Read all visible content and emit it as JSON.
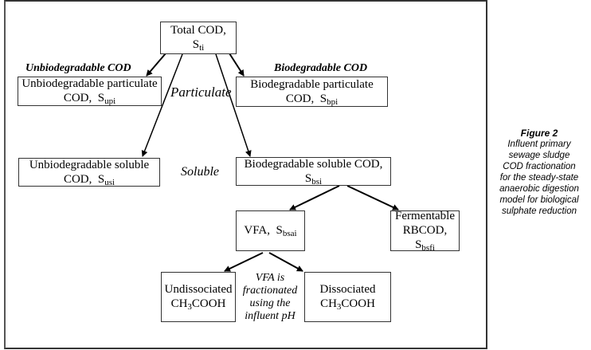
{
  "diagram": {
    "root": {
      "text": "Total COD,",
      "symbol": "S",
      "subscript": "ti"
    },
    "category_labels": {
      "unbiodegradable": "Unbiodegradable COD",
      "biodegradable": "Biodegradable COD",
      "particulate": "Particulate",
      "soluble": "Soluble"
    },
    "nodes": {
      "unbio_particulate": {
        "line1": "Unbiodegradable particulate",
        "line2": "COD, ",
        "symbol": "S",
        "subscript": "upi"
      },
      "bio_particulate": {
        "line1": "Biodegradable particulate",
        "line2": "COD, ",
        "symbol": "S",
        "subscript": "bpi"
      },
      "unbio_soluble": {
        "line1": "Unbiodegradable soluble",
        "line2": "COD, ",
        "symbol": "S",
        "subscript": "usi"
      },
      "bio_soluble": {
        "line1": "Biodegradable soluble COD,",
        "symbol": "S",
        "subscript": "bsi"
      },
      "vfa": {
        "text": "VFA, ",
        "symbol": "S",
        "subscript": "bsai"
      },
      "fermentable": {
        "line1": "Fermentable",
        "line2": "RBCOD,",
        "symbol": "S",
        "subscript": "bsfi"
      },
      "undissociated": {
        "line1": "Undissociated",
        "line2_pre": "CH",
        "line2_sub": "3",
        "line2_post": "COOH"
      },
      "dissociated": {
        "line1": "Dissociated",
        "line2_pre": "CH",
        "line2_sub": "3",
        "line2_post": "COOH"
      }
    },
    "vfa_note": [
      "VFA is",
      "fractionated",
      "using the",
      "influent pH"
    ],
    "edges": [
      [
        "root",
        "unbio_particulate"
      ],
      [
        "root",
        "bio_particulate"
      ],
      [
        "root",
        "unbio_soluble"
      ],
      [
        "root",
        "bio_soluble"
      ],
      [
        "bio_soluble",
        "vfa"
      ],
      [
        "bio_soluble",
        "fermentable"
      ],
      [
        "vfa",
        "undissociated"
      ],
      [
        "vfa",
        "dissociated"
      ]
    ]
  },
  "caption": {
    "title": "Figure 2",
    "lines": [
      "Influent primary",
      "sewage sludge",
      "COD fractionation",
      "for the steady-state",
      "anaerobic digestion",
      "model for biological",
      "sulphate reduction"
    ]
  }
}
